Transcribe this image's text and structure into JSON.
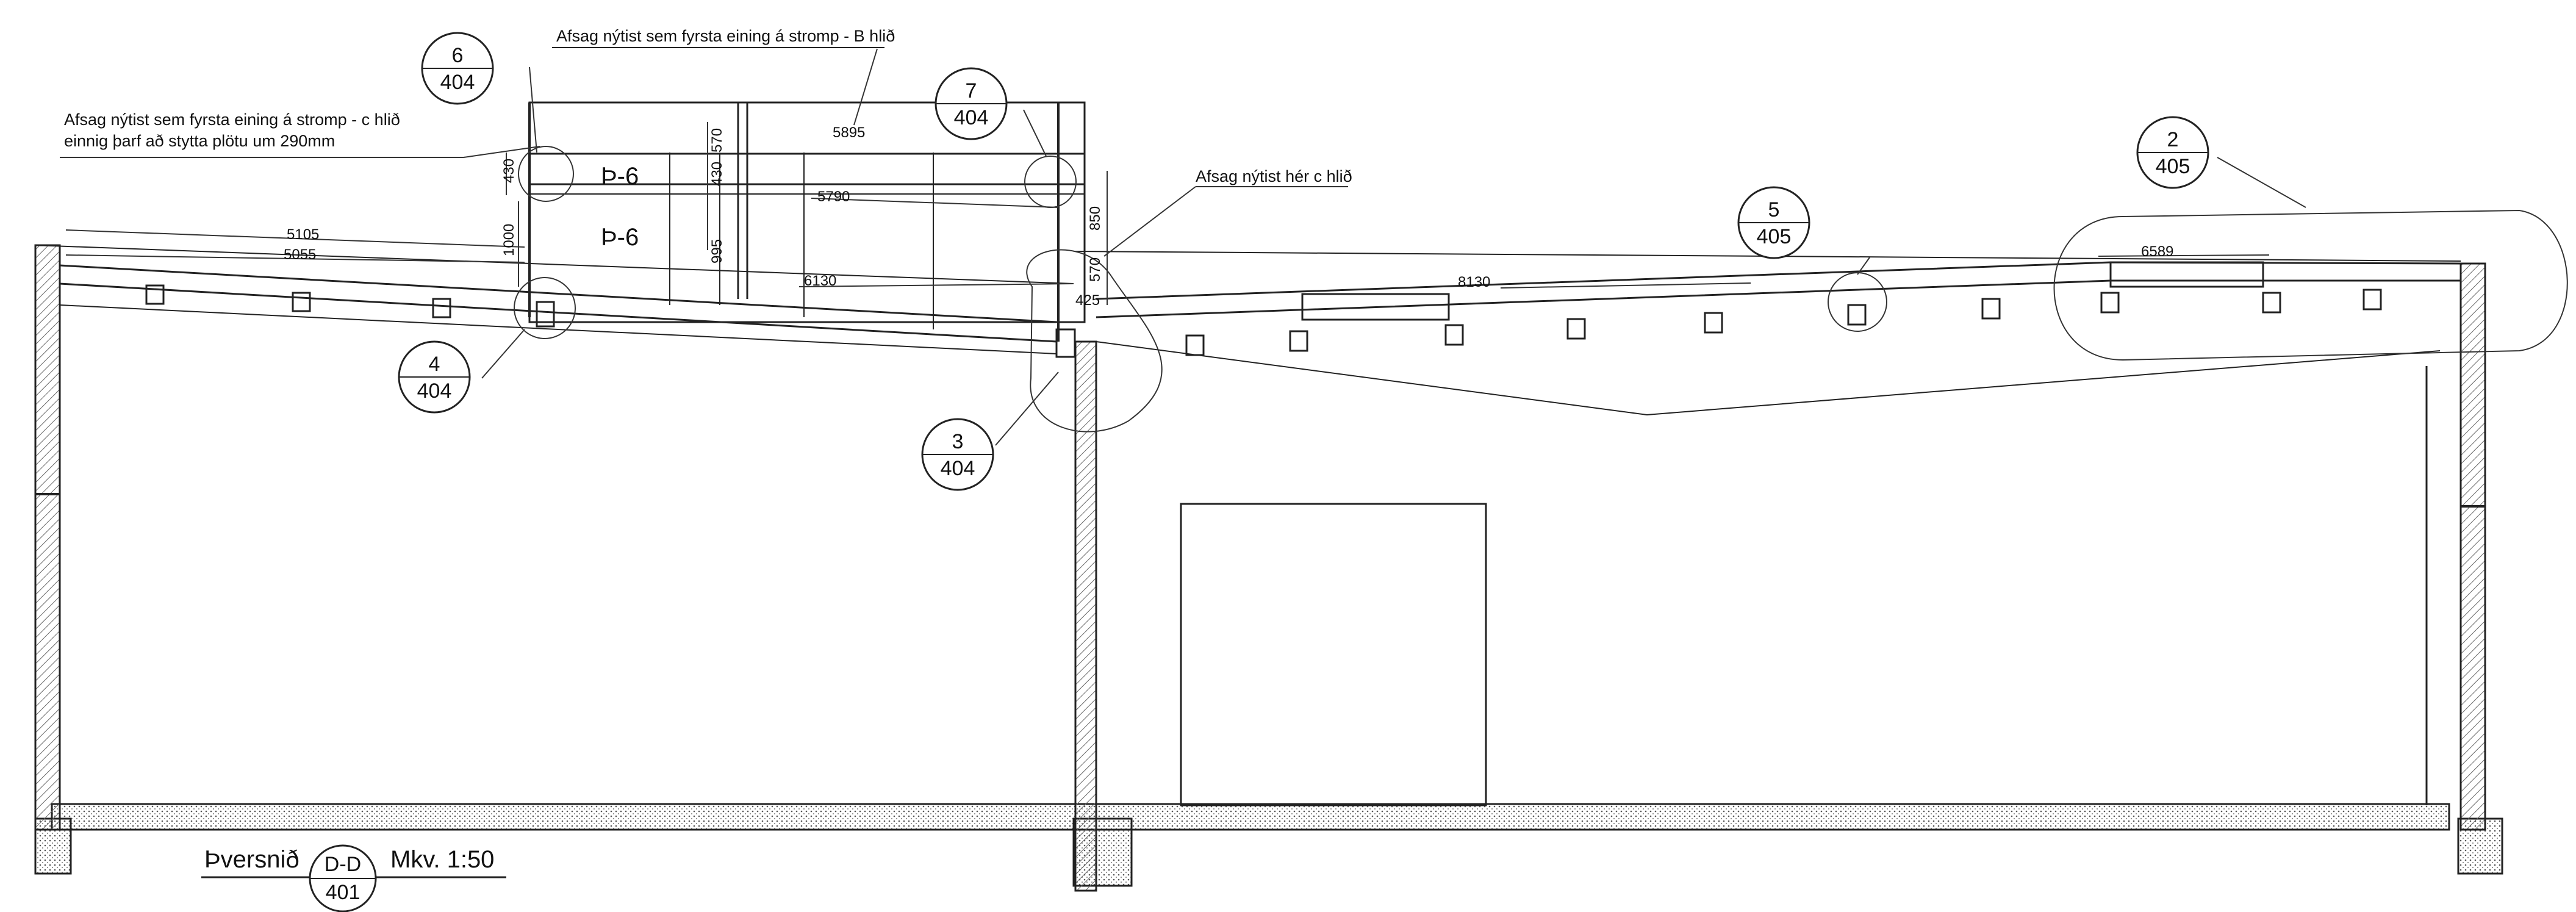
{
  "notes": {
    "note_b_side": "Afsag nýtist sem fyrsta eining á stromp - B hlið",
    "note_c_side_1": "Afsag nýtist sem fyrsta eining á stromp - c hlið",
    "note_c_side_2": "einnig þarf að stytta plötu um 290mm",
    "note_here_c_side": "Afsag nýtist hér c hlið"
  },
  "detail_tags": [
    {
      "number": "6",
      "sheet": "404"
    },
    {
      "number": "7",
      "sheet": "404"
    },
    {
      "number": "2",
      "sheet": "405"
    },
    {
      "number": "5",
      "sheet": "405"
    },
    {
      "number": "4",
      "sheet": "404"
    },
    {
      "number": "3",
      "sheet": "404"
    }
  ],
  "panel_labels": [
    "Þ-6",
    "Þ-6"
  ],
  "dimensions": {
    "d5895": "5895",
    "d5790": "5790",
    "d570a": "570",
    "d430a": "430",
    "d430b": "430",
    "d995": "995",
    "d1000": "1000",
    "d5105": "5105",
    "d5055": "5055",
    "d6130": "6130",
    "d8130": "8130",
    "d6589": "6589",
    "d850": "850",
    "d570b": "570",
    "d425": "425"
  },
  "title_block": {
    "title": "Þversnið",
    "section": "D-D",
    "sheet": "401",
    "scale": "Mkv. 1:50"
  },
  "colors": {
    "line": "#222222",
    "hatch": "#555555",
    "background": "#ffffff"
  }
}
